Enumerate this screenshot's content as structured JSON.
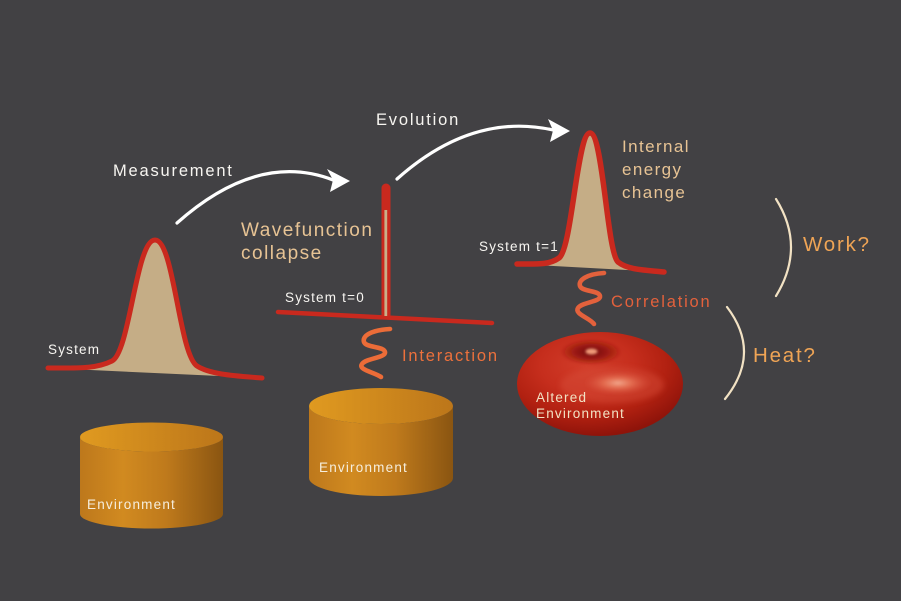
{
  "labels": {
    "measurement": "Measurement",
    "evolution": "Evolution",
    "wavefunction": {
      "line1": "Wavefunction",
      "line2": "collapse"
    },
    "internal": {
      "line1": "Internal",
      "line2": "energy",
      "line3": "change"
    },
    "system": "System",
    "system_t0": "System t=0",
    "system_t1": "System t=1",
    "interaction": "Interaction",
    "correlation": "Correlation",
    "work": "Work?",
    "heat": "Heat?",
    "environment_left": "Environment",
    "environment_middle": "Environment",
    "altered": {
      "line1": "Altered",
      "line2": "Environment"
    }
  },
  "colors": {
    "background": "#424144",
    "peak_outline_red": "#c9291e",
    "peak_fill_tan": "#c5ad86",
    "label_white": "#f7f5f1",
    "label_tan": "#e7c394",
    "interaction_orange": "#ed713c",
    "correlation_orange": "#e3613c",
    "work_heat_gold": "#efa455",
    "bracket_cream": "#f2e2c4",
    "cylinder_orange": "#cf8920",
    "torus_red": "#c52d1d",
    "arrow_white": "#ffffff",
    "environment_label": "#f6eedd"
  }
}
